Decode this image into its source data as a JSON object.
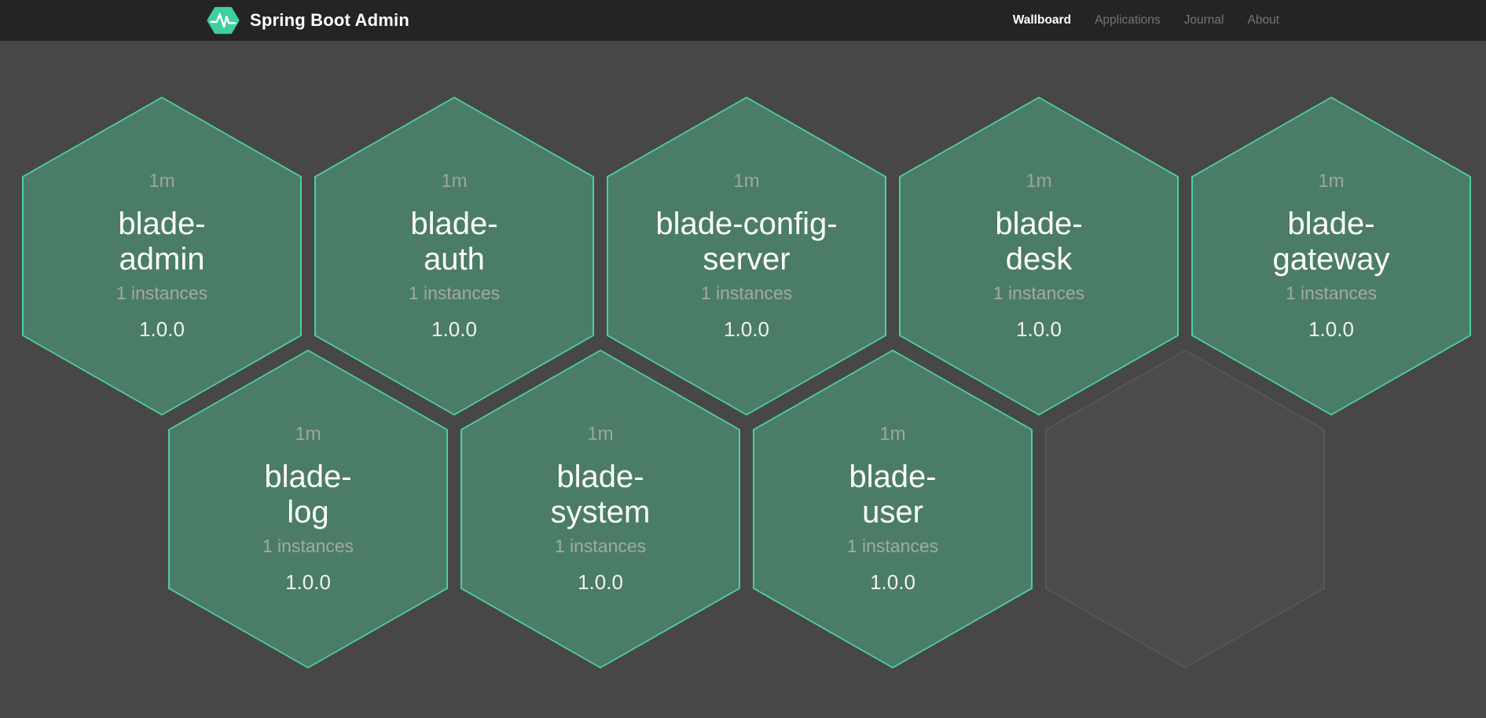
{
  "navbar": {
    "brand": "Spring Boot Admin",
    "logo_icon": "pulse-hexagon-icon",
    "links": [
      {
        "label": "Wallboard",
        "active": true
      },
      {
        "label": "Applications",
        "active": false
      },
      {
        "label": "Journal",
        "active": false
      },
      {
        "label": "About",
        "active": false
      }
    ]
  },
  "wallboard": {
    "tiles": [
      {
        "uptime": "1m",
        "name": "blade-admin",
        "display": "blade-\nadmin",
        "instances": "1 instances",
        "version": "1.0.0"
      },
      {
        "uptime": "1m",
        "name": "blade-auth",
        "display": "blade-\nauth",
        "instances": "1 instances",
        "version": "1.0.0"
      },
      {
        "uptime": "1m",
        "name": "blade-config-server",
        "display": "blade-config-\nserver",
        "instances": "1 instances",
        "version": "1.0.0"
      },
      {
        "uptime": "1m",
        "name": "blade-desk",
        "display": "blade-\ndesk",
        "instances": "1 instances",
        "version": "1.0.0"
      },
      {
        "uptime": "1m",
        "name": "blade-gateway",
        "display": "blade-\ngateway",
        "instances": "1 instances",
        "version": "1.0.0"
      },
      {
        "uptime": "1m",
        "name": "blade-log",
        "display": "blade-\nlog",
        "instances": "1 instances",
        "version": "1.0.0"
      },
      {
        "uptime": "1m",
        "name": "blade-system",
        "display": "blade-\nsystem",
        "instances": "1 instances",
        "version": "1.0.0"
      },
      {
        "uptime": "1m",
        "name": "blade-user",
        "display": "blade-\nuser",
        "instances": "1 instances",
        "version": "1.0.0"
      }
    ],
    "has_empty_placeholder": true
  },
  "colors": {
    "navbar_bg": "#242424",
    "page_bg": "#474747",
    "hex_fill": "#4b7c67",
    "hex_border": "#4ccfa0",
    "empty_hex_border": "#585858",
    "empty_hex_fill": "#4c4c4c",
    "brand_green": "#3ecf9f",
    "muted_text": "#a3aaa4",
    "active_link": "#ffffff",
    "inactive_link": "#757575"
  }
}
